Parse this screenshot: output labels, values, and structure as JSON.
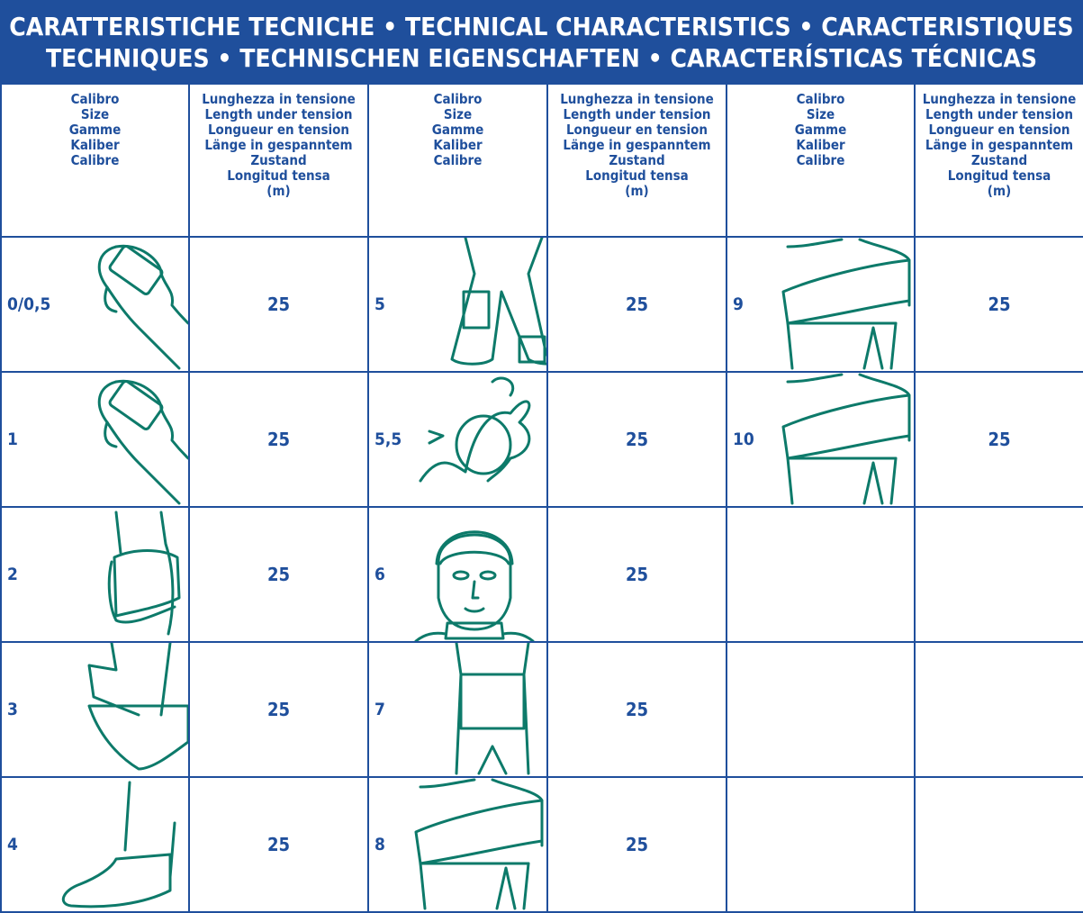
{
  "banner": {
    "line1": "CARATTERISTICHE TECNICHE • TECHNICAL CHARACTERISTICS • CARACTERISTIQUES",
    "line2": "TECHNIQUES • TECHNISCHEN EIGENSCHAFTEN • CARACTERÍSTICAS TÉCNICAS"
  },
  "headers": {
    "size": [
      "Calibro",
      "Size",
      "Gamme",
      "Kaliber",
      "Calibre"
    ],
    "length": [
      "Lunghezza in tensione",
      "Length under tension",
      "Longueur en tension",
      "Länge in gespanntem",
      "Zustand",
      "Longitud tensa",
      "(m)"
    ]
  },
  "columns": [
    {
      "rows": [
        {
          "size": "0/0,5",
          "length": "25",
          "icon": "finger-bandage-icon"
        },
        {
          "size": "1",
          "length": "25",
          "icon": "finger-bandage-icon"
        },
        {
          "size": "2",
          "length": "25",
          "icon": "hand-bandage-icon"
        },
        {
          "size": "3",
          "length": "25",
          "icon": "elbow-bandage-icon"
        },
        {
          "size": "4",
          "length": "25",
          "icon": "foot-bandage-icon"
        }
      ]
    },
    {
      "rows": [
        {
          "size": "5",
          "length": "25",
          "icon": "legs-bandage-icon"
        },
        {
          "size": "5,5",
          "length": "25",
          "icon": "baby-bandage-icon"
        },
        {
          "size": "6",
          "length": "25",
          "icon": "head-bandage-icon"
        },
        {
          "size": "7",
          "length": "25",
          "icon": "abdomen-bandage-icon"
        },
        {
          "size": "8",
          "length": "25",
          "icon": "torso-bandage-icon"
        }
      ]
    },
    {
      "rows": [
        {
          "size": "9",
          "length": "25",
          "icon": "torso-bandage-icon"
        },
        {
          "size": "10",
          "length": "25",
          "icon": "torso-bandage-icon"
        },
        {
          "size": "",
          "length": "",
          "icon": ""
        },
        {
          "size": "",
          "length": "",
          "icon": ""
        },
        {
          "size": "",
          "length": "",
          "icon": ""
        }
      ]
    }
  ],
  "colors": {
    "banner_bg": "#1f4f9c",
    "text": "#1f4f9c",
    "illustration": "#0d7a6a"
  }
}
